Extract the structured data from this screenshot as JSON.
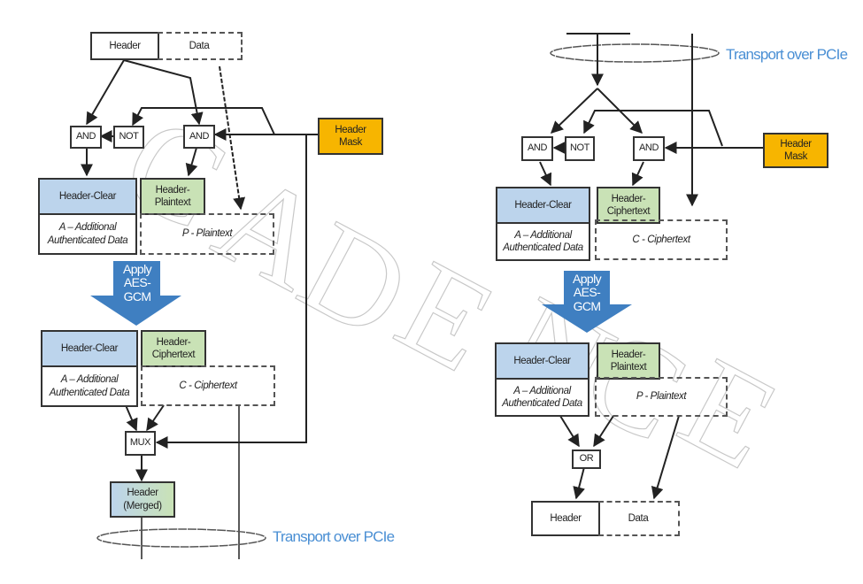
{
  "watermark": "CADENCE",
  "colors": {
    "header_clear": "#bcd4ec",
    "header_text_block": "#c9e2b6",
    "header_mask": "#f7b500",
    "aes_arrow": "#3f7fc1",
    "transport_label": "#4a8fd4"
  },
  "left": {
    "title": "Transmit flow",
    "input_header": "Header",
    "input_data": "Data",
    "gate_and_left": "AND",
    "gate_not": "NOT",
    "gate_and_right": "AND",
    "header_mask": "Header\nMask",
    "header_clear_1": "Header-Clear",
    "aad_1": "A – Additional\nAuthenticated Data",
    "header_plaintext_1": "Header-\nPlaintext",
    "plaintext_1": "P - Plaintext",
    "aes_arrow": "Apply\nAES-\nGCM",
    "header_clear_2": "Header-Clear",
    "aad_2": "A – Additional\nAuthenticated Data",
    "header_ciphertext_2": "Header-\nCiphertext",
    "ciphertext_2": "C - Ciphertext",
    "mux": "MUX",
    "header_merged": "Header\n(Merged)",
    "transport": "Transport over PCIe"
  },
  "right": {
    "title": "Receive flow",
    "transport": "Transport over PCIe",
    "gate_and_left": "AND",
    "gate_not": "NOT",
    "gate_and_right": "AND",
    "header_mask": "Header\nMask",
    "header_clear_1": "Header-Clear",
    "aad_1": "A – Additional\nAuthenticated Data",
    "header_ciphertext_1": "Header-\nCiphertext",
    "ciphertext_1": "C - Ciphertext",
    "aes_arrow": "Apply\nAES-\nGCM",
    "header_clear_2": "Header-Clear",
    "aad_2": "A – Additional\nAuthenticated Data",
    "header_plaintext_2": "Header-\nPlaintext",
    "plaintext_2": "P - Plaintext",
    "gate_or": "OR",
    "output_header": "Header",
    "output_data": "Data"
  }
}
